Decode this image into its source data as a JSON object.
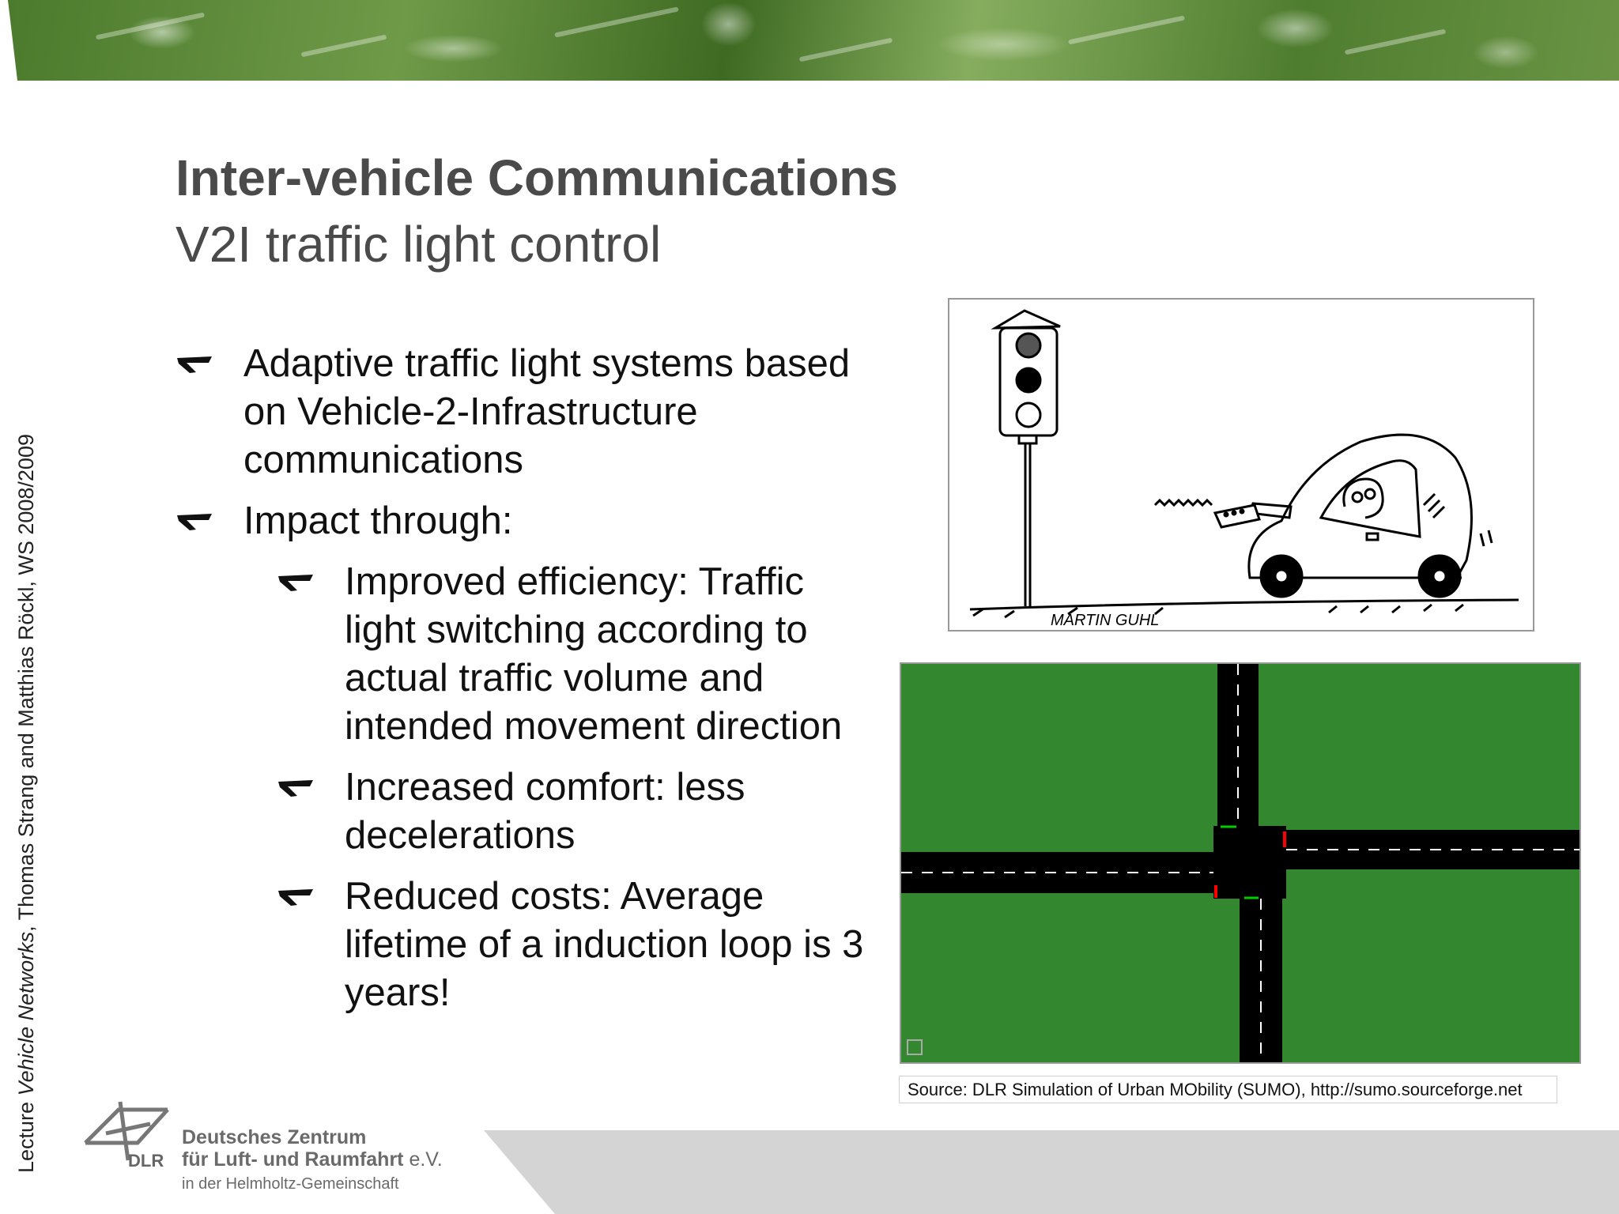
{
  "slide": {
    "title": "Inter-vehicle Communications",
    "subtitle": "V2I traffic light control"
  },
  "bullets": {
    "b1": "Adaptive traffic light systems based on Vehicle-2-Infrastructure communications",
    "b2": "Impact through:",
    "sub1": "Improved efficiency: Traffic light switching according to actual traffic volume and intended movement direction",
    "sub2": "Increased comfort: less decelerations",
    "sub3": "Reduced costs: Average lifetime of a induction loop is 3 years!"
  },
  "figures": {
    "cartoon_signature": "MARTIN GUHL",
    "source_caption": "Source: DLR Simulation of Urban MObility (SUMO), http://sumo.sourceforge.net"
  },
  "sidebar": {
    "prefix": "Lecture ",
    "course": "Vehicle Networks",
    "suffix": ", Thomas Strang and Matthias Röckl, WS 2008/2009"
  },
  "footer": {
    "abbr": "DLR",
    "org_line1": "Deutsches Zentrum",
    "org_line2": "für Luft- und Raumfahrt",
    "org_ev": " e.V.",
    "org_line3": "in der Helmholtz-Gemeinschaft"
  },
  "colors": {
    "banner_green": "#4b7a2c",
    "sim_grass": "#33882f",
    "road": "#000000",
    "signal_red": "#ff0000",
    "signal_green": "#00cc00"
  }
}
